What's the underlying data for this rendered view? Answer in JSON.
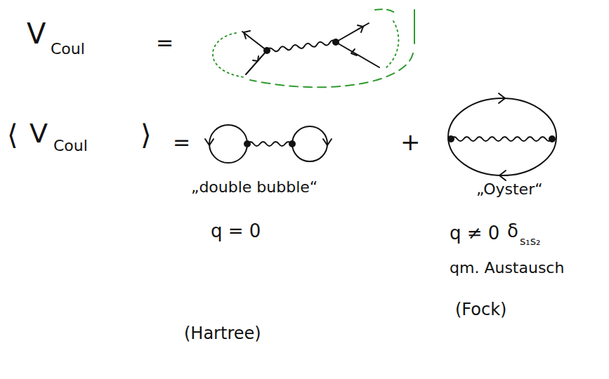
{
  "diagram": {
    "labels": [
      "V",
      "Coul",
      "=",
      "⟨",
      "V",
      "Coul",
      "⟩",
      "=",
      "+",
      "„double bubble“",
      "„Oyster“",
      "q = 0",
      "q ≠ 0",
      "δ",
      "s₁s₂",
      "qm. Austausch",
      "(Hartree)",
      "(Fock)"
    ]
  }
}
